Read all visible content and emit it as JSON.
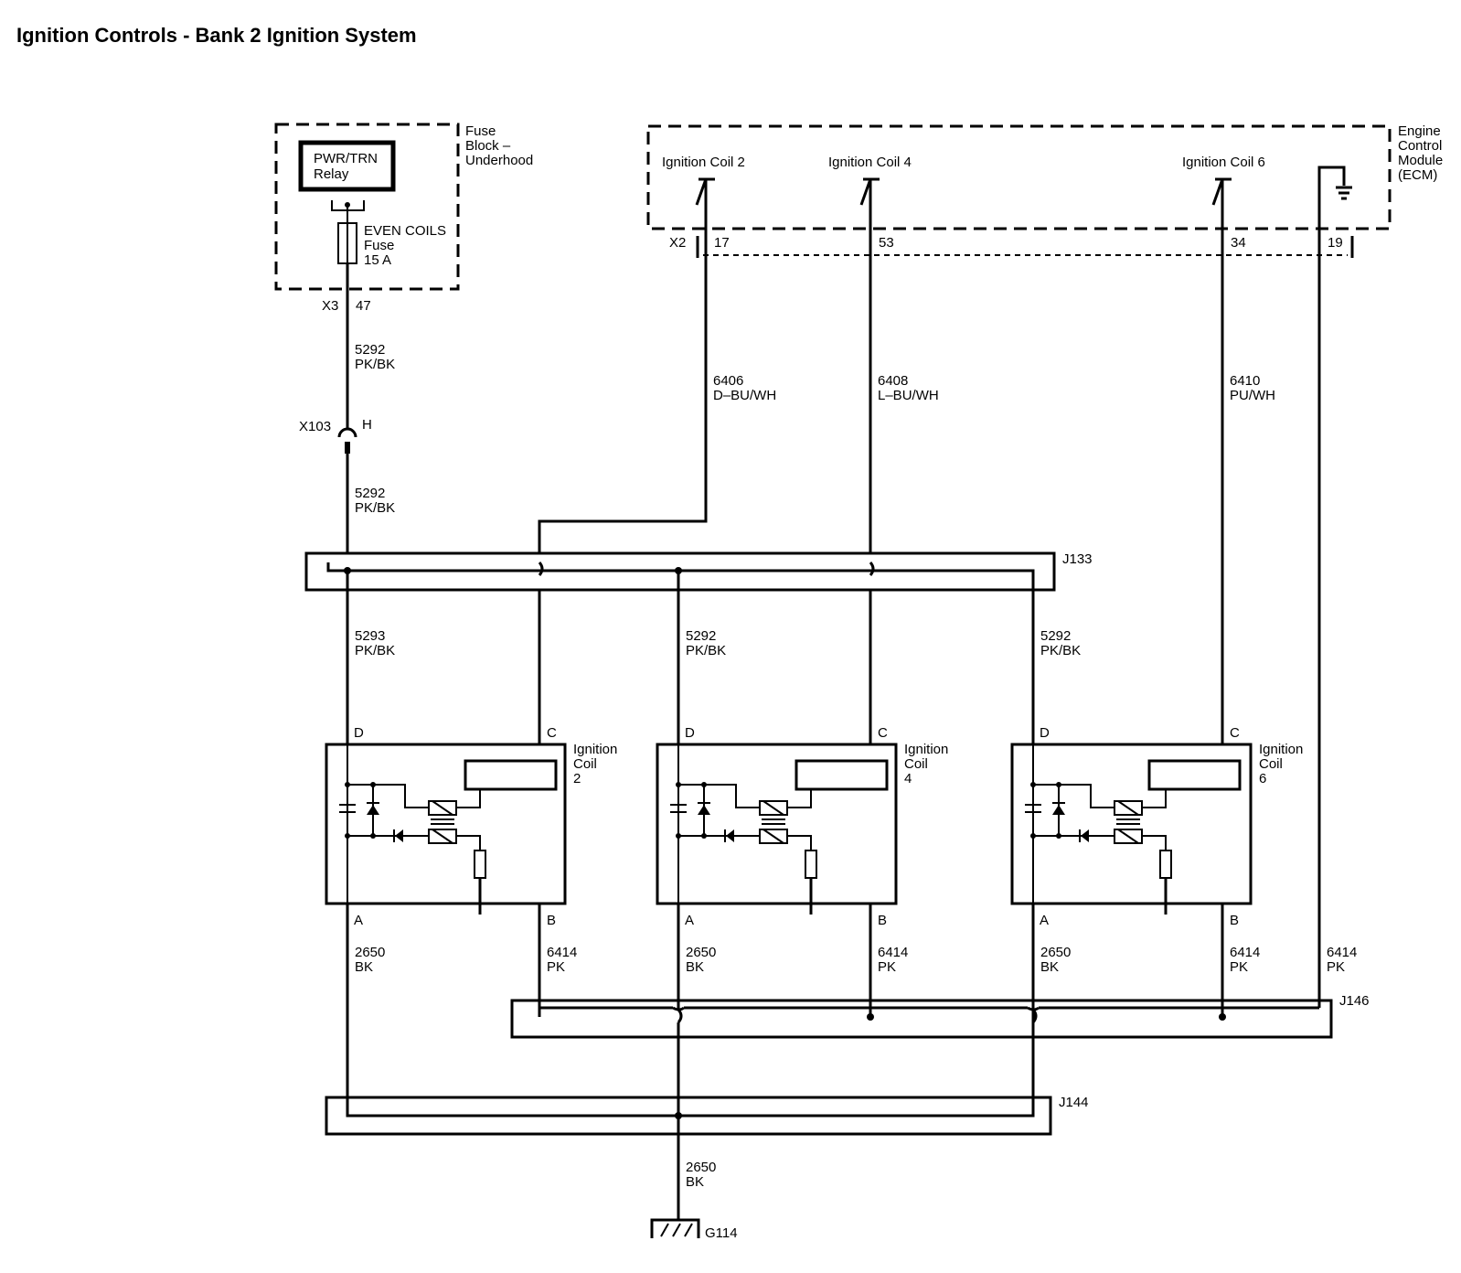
{
  "title": "Ignition Controls - Bank 2 Ignition System",
  "fuse_block": {
    "label": [
      "Fuse",
      "Block –",
      "Underhood"
    ],
    "relay": [
      "PWR/TRN",
      "Relay"
    ],
    "fuse": [
      "EVEN COILS",
      "Fuse",
      "15 A"
    ],
    "connector": "X3",
    "pin": "47"
  },
  "ecm": {
    "label": [
      "Engine",
      "Control",
      "Module",
      "(ECM)"
    ],
    "connector": "X2",
    "outputs": [
      {
        "name": "Ignition Coil 2",
        "pin": "17"
      },
      {
        "name": "Ignition Coil 4",
        "pin": "53"
      },
      {
        "name": "Ignition Coil 6",
        "pin": "34"
      }
    ],
    "ground_pin": "19"
  },
  "wires": {
    "feed_upper": [
      "5292",
      "PK/BK"
    ],
    "feed_lower": [
      "5292",
      "PK/BK"
    ],
    "coil2_ctrl": [
      "6406",
      "D–BU/WH"
    ],
    "coil4_ctrl": [
      "6408",
      "L–BU/WH"
    ],
    "coil6_ctrl": [
      "6410",
      "PU/WH"
    ],
    "coil2_pwr": [
      "5293",
      "PK/BK"
    ],
    "coil4_pwr": [
      "5292",
      "PK/BK"
    ],
    "coil6_pwr": [
      "5292",
      "PK/BK"
    ],
    "ground_wire": [
      "2650",
      "BK"
    ],
    "low_ref": [
      "6414",
      "PK"
    ],
    "ground_main": [
      "2650",
      "BK"
    ]
  },
  "inline_connector": {
    "name": "X103",
    "pin": "H"
  },
  "splices": {
    "power": "J133",
    "low_ref": "J146",
    "ground": "J144"
  },
  "coils": [
    {
      "label": [
        "Ignition",
        "Coil",
        "2"
      ],
      "pins": {
        "power": "D",
        "control": "C",
        "ground": "A",
        "low_ref": "B"
      }
    },
    {
      "label": [
        "Ignition",
        "Coil",
        "4"
      ],
      "pins": {
        "power": "D",
        "control": "C",
        "ground": "A",
        "low_ref": "B"
      }
    },
    {
      "label": [
        "Ignition",
        "Coil",
        "6"
      ],
      "pins": {
        "power": "D",
        "control": "C",
        "ground": "A",
        "low_ref": "B"
      }
    }
  ],
  "ground": "G114"
}
